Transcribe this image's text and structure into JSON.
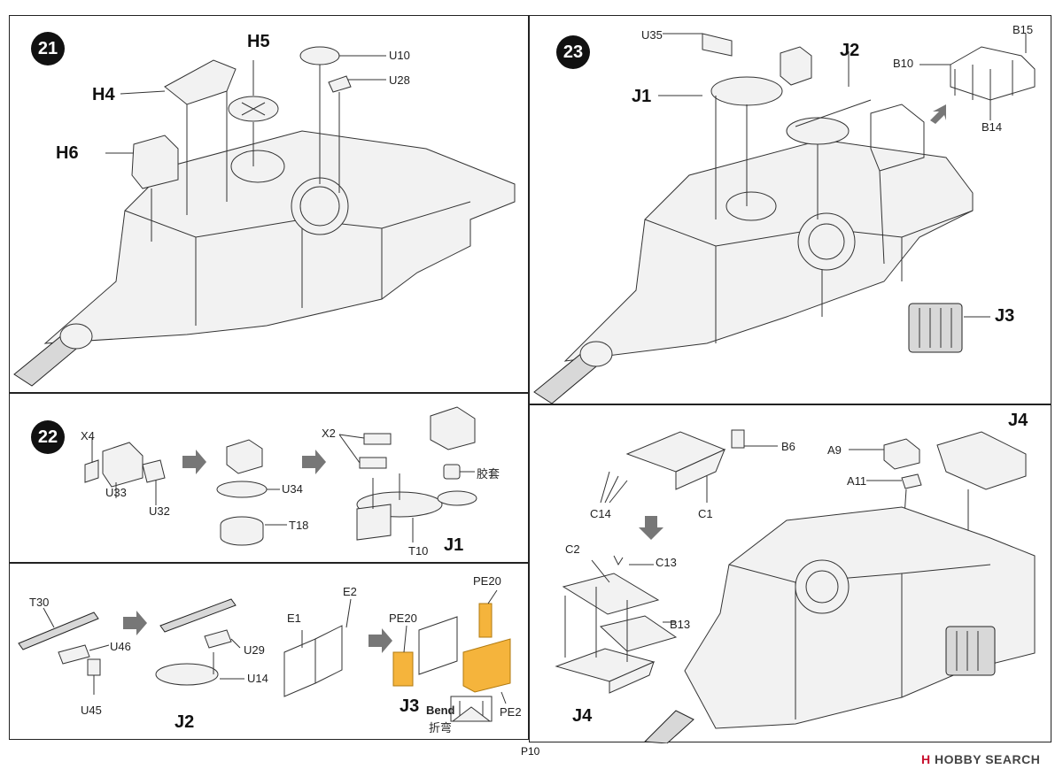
{
  "page_number": "P10",
  "watermark": {
    "brand_mark": "H",
    "text": "HOBBY SEARCH"
  },
  "steps": {
    "s21": {
      "number": "21",
      "labels": {
        "h5": "H5",
        "h4": "H4",
        "h6": "H6",
        "u10": "U10",
        "u28": "U28"
      }
    },
    "s22": {
      "number": "22",
      "labels": {
        "x4": "X4",
        "u33": "U33",
        "u32": "U32",
        "u34": "U34",
        "t18": "T18",
        "x2": "X2",
        "bushing": "胶套",
        "t10": "T10",
        "j1": "J1"
      }
    },
    "s23": {
      "number": "23",
      "labels": {
        "u35": "U35",
        "j2": "J2",
        "j1": "J1",
        "b15": "B15",
        "b10": "B10",
        "b14": "B14",
        "j3": "J3"
      }
    },
    "j2j3": {
      "labels": {
        "t30": "T30",
        "u46": "U46",
        "u45": "U45",
        "u29": "U29",
        "u14": "U14",
        "j2": "J2",
        "e1": "E1",
        "e2": "E2",
        "pe20a": "PE20",
        "pe20b": "PE20",
        "j3": "J3",
        "bend_en": "Bend",
        "bend_cn": "折弯",
        "pe2": "PE2"
      }
    },
    "j4": {
      "labels": {
        "j4_top": "J4",
        "b6": "B6",
        "a9": "A9",
        "a11": "A11",
        "c14": "C14",
        "c1": "C1",
        "c2": "C2",
        "c13": "C13",
        "b13": "B13",
        "j4_bottom": "J4"
      }
    }
  },
  "colors": {
    "photo_etch": "#f5b43c",
    "line": "#333333"
  }
}
